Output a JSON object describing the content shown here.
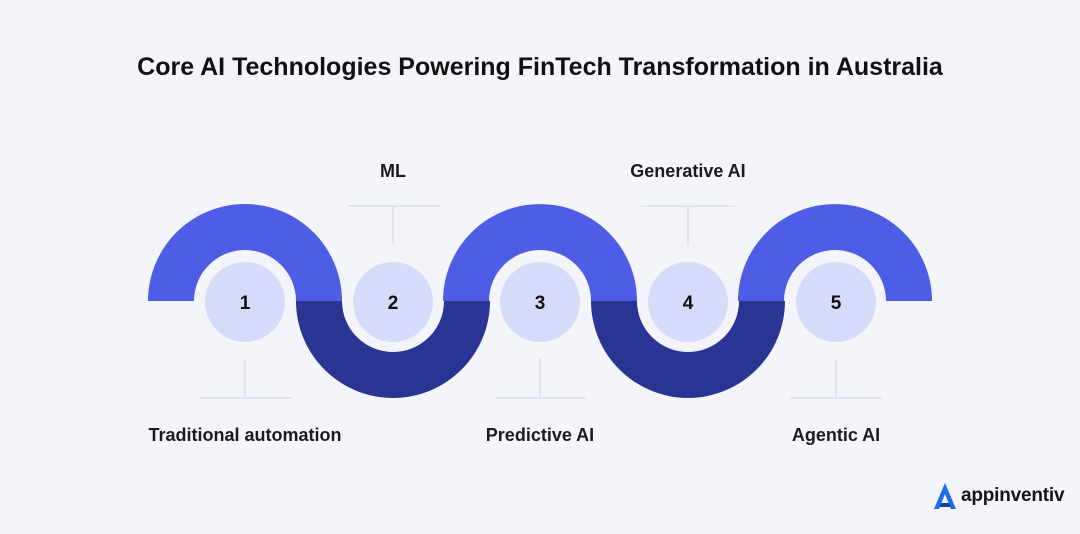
{
  "title": "Core AI Technologies Powering FinTech Transformation in Australia",
  "colors": {
    "arc_light": "#4d5de6",
    "arc_dark": "#283593",
    "circle": "#d6dbf9",
    "connector": "#d4d7e3",
    "background": "#f4f5fb",
    "logo": "#1f6de8"
  },
  "steps": [
    {
      "number": "1",
      "label": "Traditional automation",
      "label_position": "below"
    },
    {
      "number": "2",
      "label": "ML",
      "label_position": "above"
    },
    {
      "number": "3",
      "label": "Predictive AI",
      "label_position": "below"
    },
    {
      "number": "4",
      "label": "Generative AI",
      "label_position": "above"
    },
    {
      "number": "5",
      "label": "Agentic AI",
      "label_position": "below"
    }
  ],
  "brand": {
    "name": "appinventiv",
    "icon": "appinventiv-logo-icon"
  }
}
